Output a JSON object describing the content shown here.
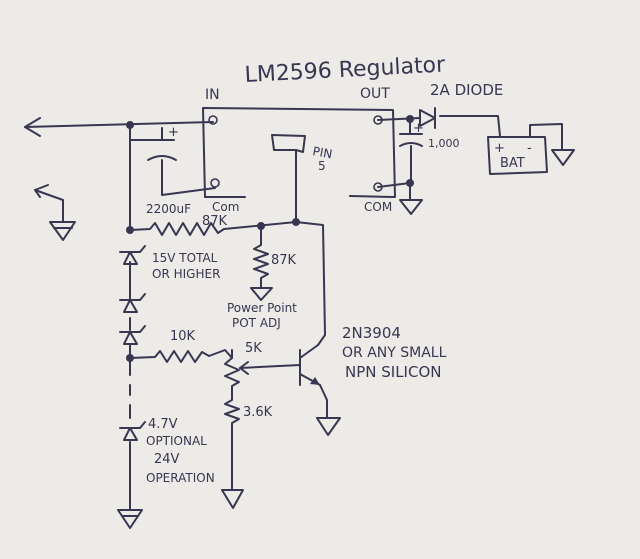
{
  "title": "LM2596 Regulator",
  "labels": {
    "in": "IN",
    "out": "OUT",
    "two_a_diode": "2A DIODE",
    "cap_plus": "+",
    "pin": "PIN",
    "pin_num": "5",
    "cap_out": "1,000",
    "bat_plus": "+",
    "bat_minus": "-",
    "bat": "BAT",
    "cap_in": "2200uF",
    "com_left": "Com",
    "com_right": "COM",
    "r_87k_top": "87K",
    "r_87k_right": "87K",
    "zener_note_1": "15V TOTAL",
    "zener_note_2": "OR HIGHER",
    "power_point_1": "Power Point",
    "power_point_2": "POT ADJ",
    "r_10k": "10K",
    "pot_5k": "5K",
    "transistor_1": "2N3904",
    "transistor_2": "OR ANY SMALL",
    "transistor_3": "NPN SILICON",
    "r_3_6k": "3.6K",
    "opt_1": "4.7V",
    "opt_2": "OPTIONAL",
    "opt_3": "24V",
    "opt_4": "OPERATION"
  },
  "colors": {
    "ink": "#3a3550",
    "paper": "#ecebe8"
  }
}
